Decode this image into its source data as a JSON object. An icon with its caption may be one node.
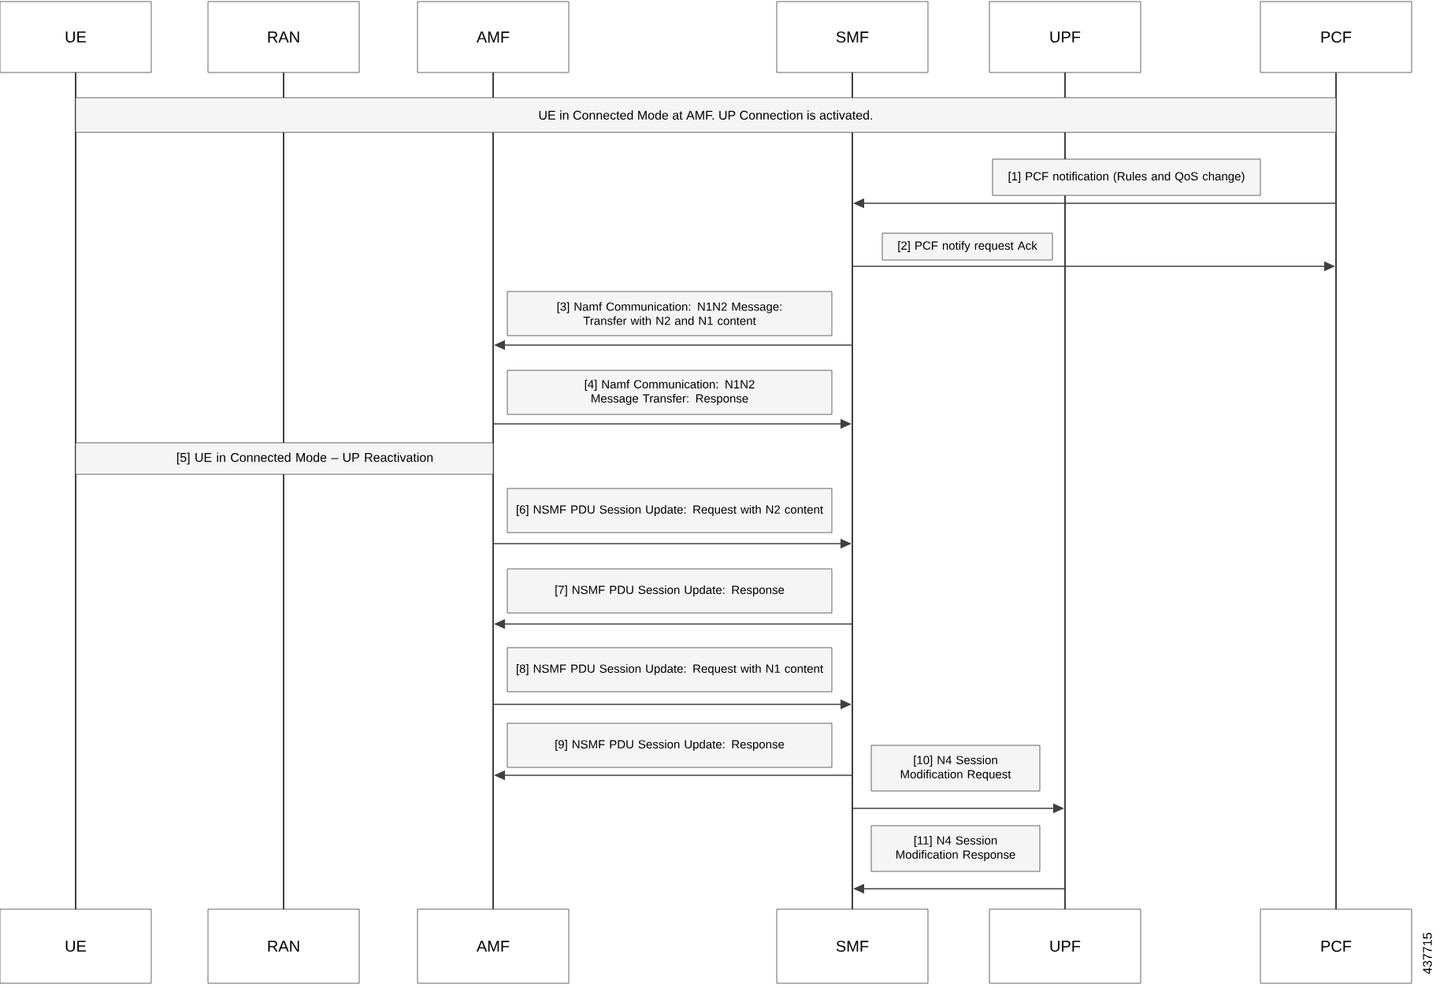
{
  "diagram": {
    "nodes": [
      {
        "text": [
          "UE"
        ]
      },
      {
        "text": [
          "RAN"
        ]
      },
      {
        "text": [
          "AMF"
        ]
      },
      {
        "text": [
          "SMF"
        ]
      },
      {
        "text": [
          "UPF"
        ]
      },
      {
        "text": [
          "PCF"
        ]
      },
      {
        "text": [
          "UE"
        ]
      },
      {
        "text": [
          "RAN"
        ]
      },
      {
        "text": [
          "AMF"
        ]
      },
      {
        "text": [
          "SMF"
        ]
      },
      {
        "text": [
          "UPF"
        ]
      },
      {
        "text": [
          "PCF"
        ]
      },
      {
        "text": [
          "UE in Connected Mode at AMF. UP Connection is activated."
        ]
      },
      {
        "text": [
          "[5] UE in Connected Mode – UP Reactivation"
        ]
      },
      {
        "text": [],
        "shape": "line"
      },
      {
        "text": [],
        "shape": "line"
      },
      {
        "text": [],
        "shape": "line"
      },
      {
        "text": [],
        "shape": "line"
      },
      {
        "text": [],
        "shape": "line"
      },
      {
        "text": [],
        "shape": "line"
      }
    ],
    "edges": [
      {
        "from": 19,
        "to": 17,
        "arrow": "to",
        "label": "[1] PCF notification (Rules and QoS change)"
      },
      {
        "from": 17,
        "to": 19,
        "arrow": "to",
        "label": "[2] PCF notify request Ack"
      },
      {
        "from": 17,
        "to": 16,
        "arrow": "to",
        "label": "[3] Namf Communication: N1N2 Message: Transfer with N2 and N1 content"
      },
      {
        "from": 16,
        "to": 17,
        "arrow": "to",
        "label": "[4] Namf Communication: N1N2 Message Transfer: Response"
      },
      {
        "from": 16,
        "to": 17,
        "arrow": "to",
        "label": "[6] NSMF PDU Session Update: Request with N2 content"
      },
      {
        "from": 17,
        "to": 16,
        "arrow": "to",
        "label": "[7] NSMF PDU Session Update: Response"
      },
      {
        "from": 16,
        "to": 17,
        "arrow": "to",
        "label": "[8] NSMF PDU Session Update: Request with N1 content"
      },
      {
        "from": 17,
        "to": 16,
        "arrow": "to",
        "label": "[9] NSMF PDU Session Update: Response"
      },
      {
        "from": 17,
        "to": 18,
        "arrow": "to",
        "label": "[10] N4 Session Modification Request"
      },
      {
        "from": 18,
        "to": 17,
        "arrow": "to",
        "label": "[11] N4 Session Modification Response"
      }
    ],
    "labels": [
      "437715"
    ]
  }
}
